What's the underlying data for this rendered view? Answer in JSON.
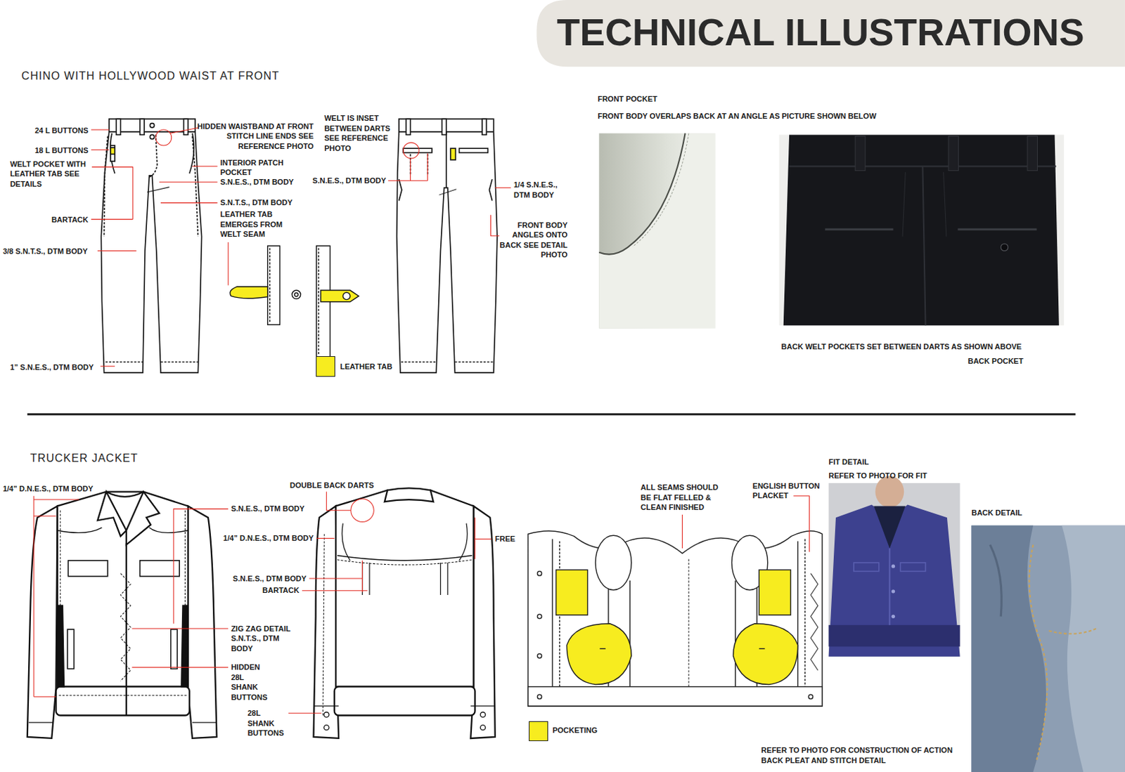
{
  "diagram": {
    "title": "TECHNICAL ILLUSTRATIONS",
    "labels": [
      "CHINO WITH HOLLYWOOD WAIST AT FRONT",
      "24 L BUTTONS",
      "HIDDEN WAISTBAND AT FRONT STITCH LINE ENDS SEE REFERENCE PHOTO",
      "WELT IS INSET BETWEEN DARTS SEE REFERENCE PHOTO",
      "18 L BUTTONS",
      "WELT POCKET WITH LEATHER TAB SEE DETAILS",
      "INTERIOR PATCH POCKET",
      "S.N.E.S., DTM BODY",
      "S.N.E.S., DTM BODY",
      "1/4 S.N.E.S., DTM BODY",
      "S.N.T.S., DTM BODY",
      "LEATHER TAB EMERGES FROM WELT SEAM",
      "BARTACK",
      "FRONT BODY ANGLES ONTO BACK SEE DETAIL PHOTO",
      "3/8 S.N.T.S., DTM BODY",
      "1” S.N.E.S., DTM BODY",
      "FRONT POCKET",
      "FRONT BODY OVERLAPS BACK AT AN ANGLE AS PICTURE SHOWN BELOW",
      "BACK WELT POCKETS SET BETWEEN DARTS AS SHOWN ABOVE",
      "BACK POCKET",
      "TRUCKER JACKET",
      "1/4” D.N.E.S., DTM BODY",
      "DOUBLE BACK DARTS",
      "ALL SEAMS SHOULD BE FLAT FELLED & CLEAN FINISHED",
      "ENGLISH BUTTON PLACKET",
      "FIT DETAIL",
      "REFER TO PHOTO FOR FIT",
      "S.N.E.S., DTM BODY",
      "BACK DETAIL",
      "1/4” D.N.E.S., DTM BODY",
      "FREE",
      "S.N.E.S., DTM BODY",
      "BARTACK",
      "ZIG ZAG DETAIL S.N.T.S., DTM BODY",
      "HIDDEN 28L SHANK BUTTONS",
      "28L SHANK BUTTONS",
      "REFER TO PHOTO FOR CONSTRUCTION OF ACTION BACK PLEAT AND STITCH DETAIL"
    ],
    "legend": [
      {
        "text": "LEATHER TAB",
        "color": "#f7ec1f"
      },
      {
        "text": "POCKETING",
        "color": "#f7ec1f"
      }
    ]
  }
}
